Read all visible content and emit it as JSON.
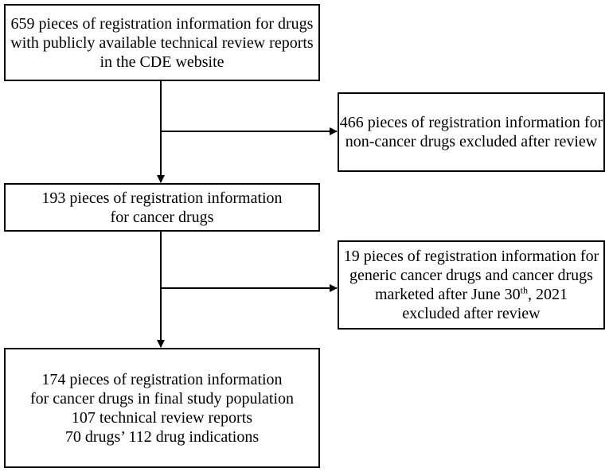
{
  "boxes": {
    "total": {
      "lines": [
        "659 pieces of registration information for drugs",
        "with publicly available technical review reports",
        "in the CDE website"
      ]
    },
    "noncancer": {
      "lines": [
        "466 pieces of registration information for",
        "non-cancer drugs excluded after review"
      ]
    },
    "cancer": {
      "lines": [
        "193 pieces of registration information",
        "for cancer drugs"
      ]
    },
    "generic": {
      "line1": "19 pieces of registration information for",
      "line2": "generic cancer drugs and cancer drugs",
      "line3_prefix": "marketed after June 30",
      "line3_sup": "th",
      "line3_suffix": ", 2021",
      "line4": "excluded after review"
    },
    "final": {
      "lines": [
        "174 pieces of registration information",
        "for cancer drugs in final study population",
        "107 technical review reports",
        "70 drugs’ 112 drug indications"
      ]
    }
  },
  "colors": {
    "stroke": "#000000",
    "background": "#ffffff"
  }
}
